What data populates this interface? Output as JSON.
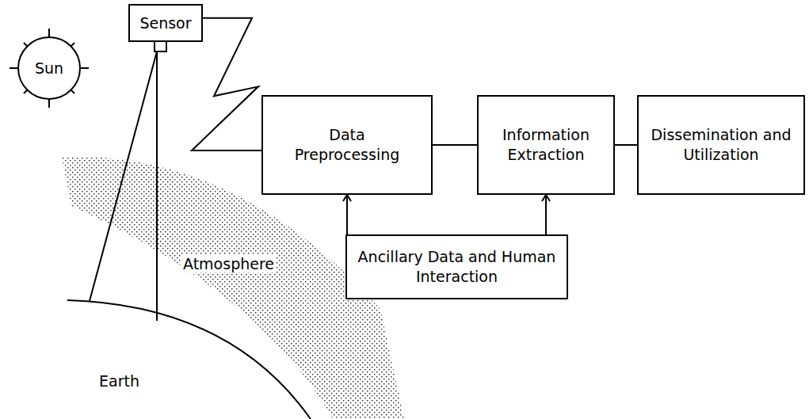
{
  "diagram": {
    "nodes": [
      {
        "text": [
          "Sun"
        ]
      },
      {
        "text": [
          "Sensor"
        ]
      },
      {
        "text": [
          "Data Preprocessing"
        ]
      },
      {
        "text": [
          "Information Extraction"
        ]
      },
      {
        "text": [
          "Dissemination and Utilization"
        ]
      },
      {
        "text": [
          "Ancillary Data and Human Interaction"
        ]
      }
    ],
    "edges": [
      {
        "from": 1,
        "to": 2,
        "arrow": "none"
      },
      {
        "from": 2,
        "to": 3,
        "arrow": "none"
      },
      {
        "from": 3,
        "to": 4,
        "arrow": "none"
      },
      {
        "from": 5,
        "to": 2,
        "arrow": "to"
      },
      {
        "from": 5,
        "to": 3,
        "arrow": "to"
      }
    ],
    "labels": [
      "Atmosphere",
      "Earth"
    ]
  }
}
